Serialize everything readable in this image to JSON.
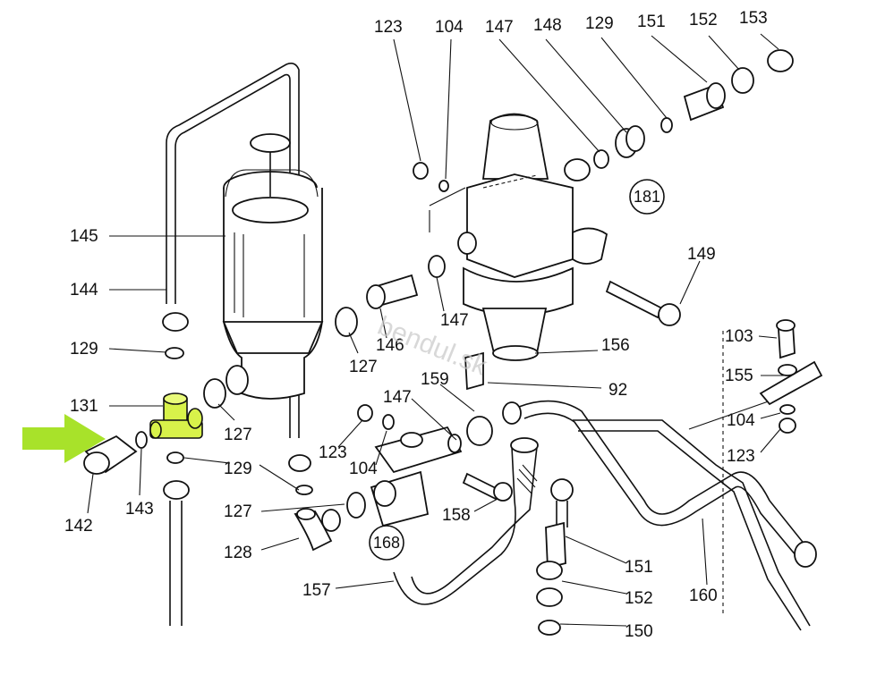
{
  "diagram": {
    "labels": {
      "l123_top": "123",
      "l104_top": "104",
      "l147_top": "147",
      "l148": "148",
      "l129_top": "129",
      "l151_top": "151",
      "l152_top": "152",
      "l153": "153",
      "l181": "181",
      "l149": "149",
      "l145": "145",
      "l144": "144",
      "l129_left": "129",
      "l131": "131",
      "l143": "143",
      "l142": "142",
      "l127_a": "127",
      "l127_b": "127",
      "l146": "146",
      "l147_mid": "147",
      "l156": "156",
      "l92": "92",
      "l159": "159",
      "l147_low": "147",
      "l123_low": "123",
      "l104_low": "104",
      "l129_low": "129",
      "l127_low": "127",
      "l128": "128",
      "l158": "158",
      "l168": "168",
      "l157": "157",
      "l151_low": "151",
      "l152_low": "152",
      "l150_cut": "150",
      "l103": "103",
      "l155": "155",
      "l104_right": "104",
      "l123_right": "123",
      "l160": "160"
    },
    "watermark": "bendul.sk",
    "highlight_color": "#b5e61d",
    "arrow_color": "#a8e22a"
  }
}
